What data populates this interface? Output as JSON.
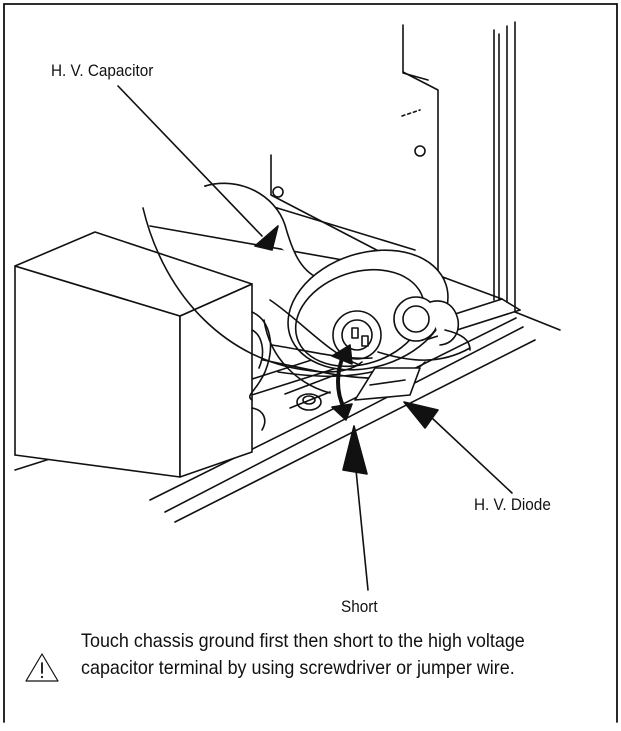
{
  "labels": {
    "hv_capacitor": "H. V. Capacitor",
    "hv_diode": "H. V. Diode",
    "short": "Short"
  },
  "warning": {
    "icon": "warning-triangle-icon",
    "text": "Touch chassis ground first then short to the high voltage capacitor terminal by using screwdriver or jumper wire."
  },
  "colors": {
    "line": "#111111",
    "background": "#ffffff"
  }
}
